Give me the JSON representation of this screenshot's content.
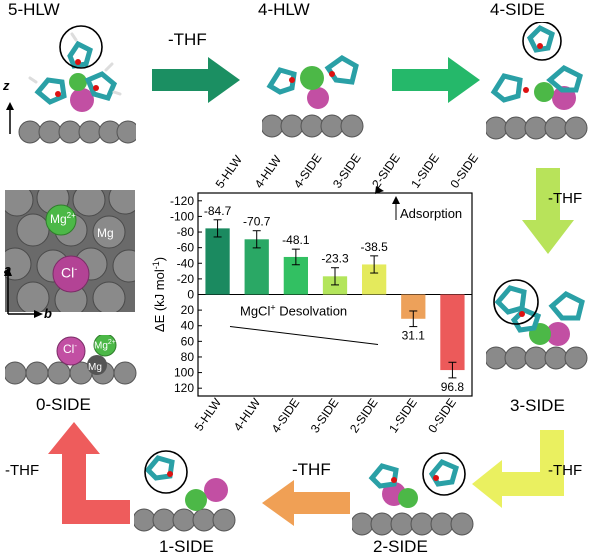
{
  "states": {
    "s5hlw": "5-HLW",
    "s4hlw": "4-HLW",
    "s4side": "4-SIDE",
    "s3side": "3-SIDE",
    "s2side": "2-SIDE",
    "s1side": "1-SIDE",
    "s0side": "0-SIDE"
  },
  "step_label": "-THF",
  "surface_view": {
    "mg2_label": "Mg",
    "mg2_charge": "2+",
    "mg_label": "Mg",
    "cl_label": "Cl",
    "cl_charge": "-",
    "axis_a": "a",
    "axis_b": "b",
    "axis_z": "z"
  },
  "colors": {
    "arrow_dark": "#1b8f62",
    "arrow_mid": "#25b86a",
    "arrow_lime": "#b8e35a",
    "arrow_yellow": "#eaf060",
    "arrow_orange": "#f0a055",
    "arrow_red": "#ee5c5c",
    "mg_green": "#4cb847",
    "cl_magenta": "#c24fa3",
    "slab_gray": "#7d7d7d"
  },
  "chart_data": {
    "type": "bar",
    "ylabel": "ΔE (kJ mol",
    "ylabel_sup": "-1",
    "ylabel_close": ")",
    "ylim": [
      -130,
      130
    ],
    "y_inverted": true,
    "yticks": [
      "-120",
      "-100",
      "-80",
      "-60",
      "-40",
      "-20",
      "0",
      "20",
      "40",
      "60",
      "80",
      "100",
      "120"
    ],
    "categories": [
      "5-HLW",
      "4-HLW",
      "4-SIDE",
      "3-SIDE",
      "2-SIDE",
      "1-SIDE",
      "0-SIDE"
    ],
    "values": [
      -84.7,
      -70.7,
      -48.1,
      -23.3,
      -38.5,
      31.1,
      96.8
    ],
    "value_labels": [
      "-84.7",
      "-70.7",
      "-48.1",
      "-23.3",
      "-38.5",
      "31.1",
      "96.8"
    ],
    "errors": [
      11,
      11,
      10,
      11,
      11,
      10,
      10
    ],
    "colors": [
      "#1b8a60",
      "#2aa865",
      "#32c062",
      "#b3e55b",
      "#e4ea5c",
      "#eda15a",
      "#ec5a5a"
    ],
    "annotations": {
      "adsorption": "Adsorption",
      "desolvation": "MgCl",
      "desolvation_sup": "+",
      "desolvation_rest": " Desolvation"
    }
  }
}
